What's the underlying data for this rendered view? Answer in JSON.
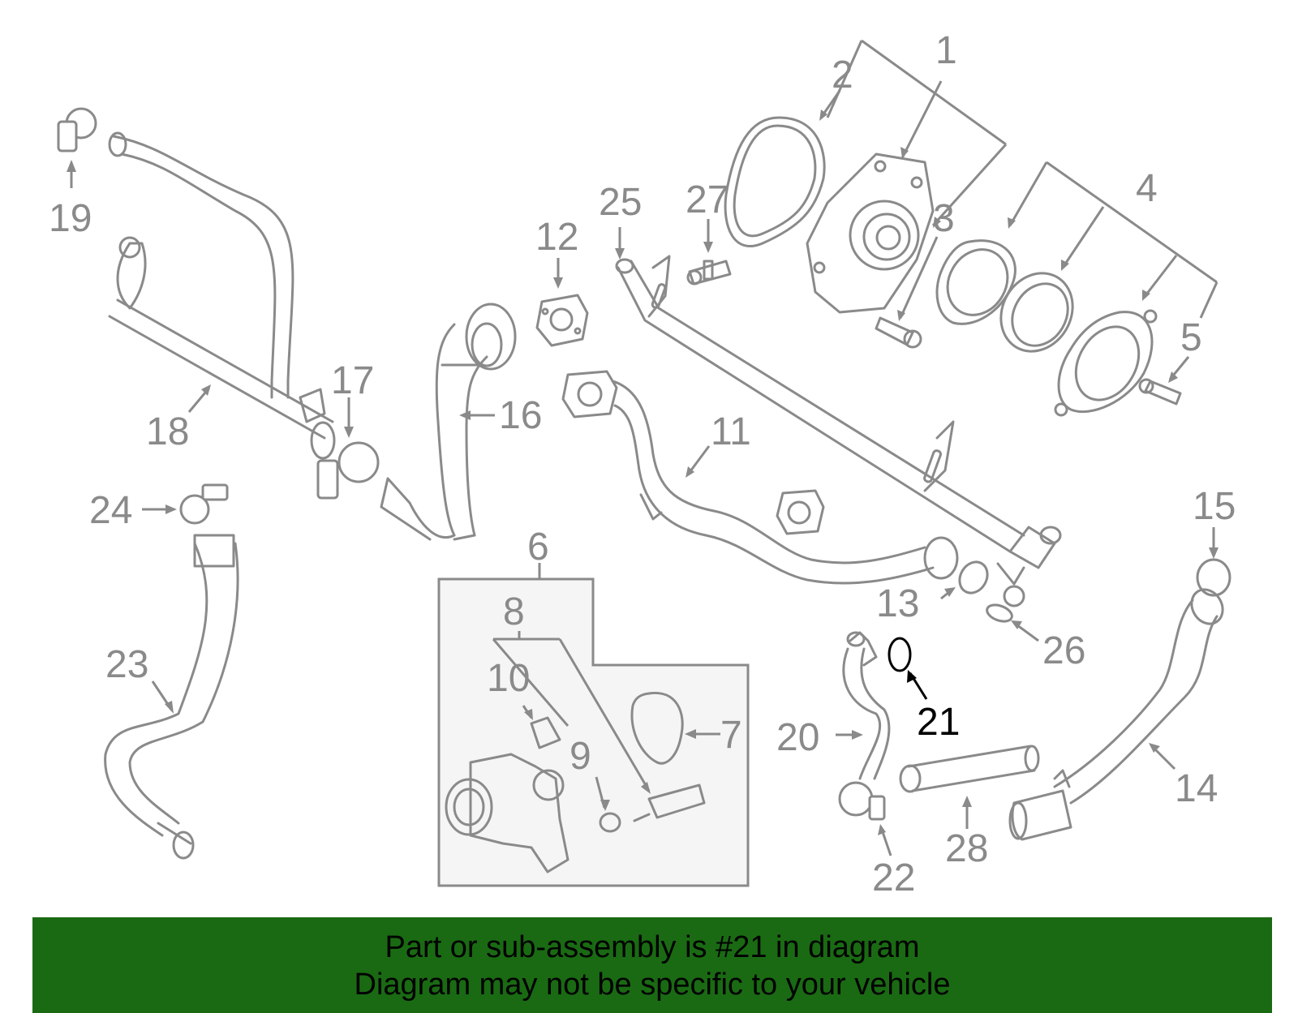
{
  "diagram": {
    "highlighted_part": "21",
    "callouts": [
      "1",
      "2",
      "3",
      "4",
      "5",
      "6",
      "7",
      "8",
      "9",
      "10",
      "11",
      "12",
      "13",
      "14",
      "15",
      "16",
      "17",
      "18",
      "19",
      "20",
      "21",
      "22",
      "23",
      "24",
      "25",
      "26",
      "27",
      "28"
    ]
  },
  "banner": {
    "line1": "Part or sub-assembly is #21 in diagram",
    "line2": "Diagram may not be specific to your vehicle",
    "background": "#1a6a13"
  },
  "colors": {
    "line": "#8a8a8a",
    "highlight": "#000000",
    "inset_background": "#f5f5f5"
  }
}
